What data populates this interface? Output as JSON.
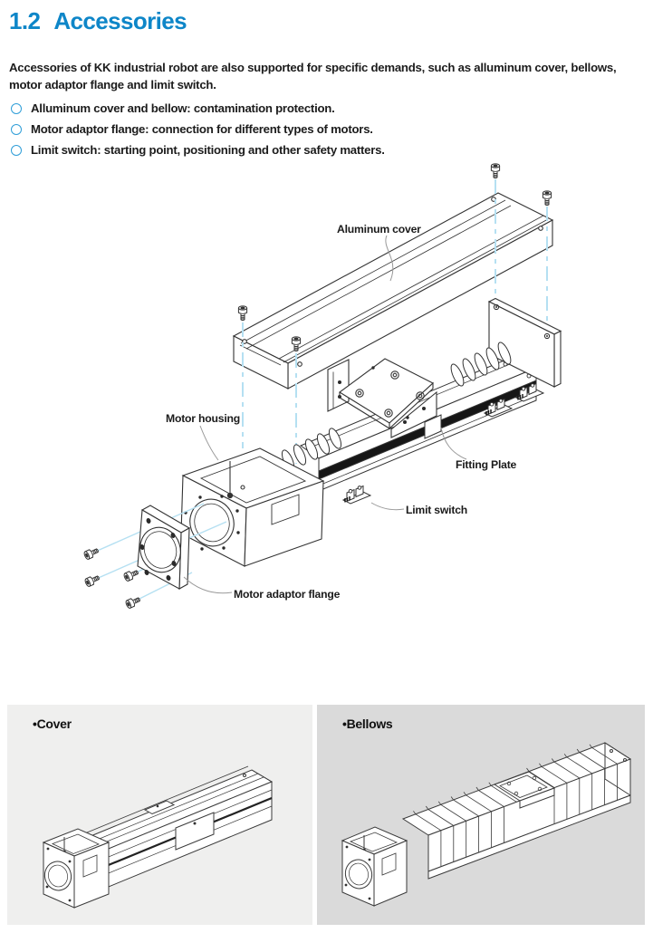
{
  "heading": {
    "number": "1.2",
    "title": "Accessories"
  },
  "intro": "Accessories of KK industrial robot are also supported for specific demands, such as alluminum cover,  bellows, motor adaptor flange and limit switch.",
  "bullets": [
    "Alluminum cover and bellow: contamination protection.",
    "Motor adaptor flange: connection for different types of motors.",
    "Limit switch: starting point, positioning and other safety matters."
  ],
  "diagram": {
    "labels": {
      "aluminum_cover": "Aluminum cover",
      "motor_housing": "Motor housing",
      "fitting_plate": "Fitting Plate",
      "limit_switch": "Limit switch",
      "motor_adaptor_flange": "Motor adaptor flange"
    }
  },
  "panels": {
    "cover": {
      "label": "•Cover"
    },
    "bellows": {
      "label": "•Bellows"
    }
  },
  "colors": {
    "accent_blue": "#0e86c8",
    "bullet_blue": "#2f9ed8",
    "assembly_guide_blue": "#b5e0f2",
    "panel_light": "#efefee",
    "panel_dark": "#dadada",
    "line_ink": "#333333",
    "ink": "#1b1b1b"
  }
}
